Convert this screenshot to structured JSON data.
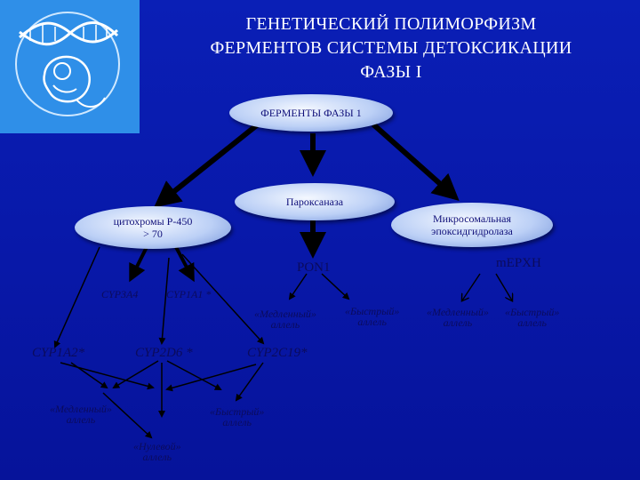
{
  "title": {
    "line1": "ГЕНЕТИЧЕСКИЙ ПОЛИМОРФИЗМ",
    "line2": "ФЕРМЕНТОВ СИСТЕМЫ ДЕТОКСИКАЦИИ",
    "line3": "ФАЗЫ I"
  },
  "nodes": {
    "root": "ФЕРМЕНТЫ ФАЗЫ 1",
    "cytochrome_line1": "цитохромы Р-450",
    "cytochrome_line2": "> 70",
    "paraoxonase": "Пароксаназа",
    "epoxide_line1": "Микросомальная",
    "epoxide_line2": "эпоксидгидролаза"
  },
  "genes": {
    "cyp3a4": "CYP3A4",
    "cyp1a1": "CYP1A1 *",
    "cyp1a2": "CYP1A2*",
    "cyp2d6": "CYP2D6 *",
    "cyp2c19": "CYP2C19*",
    "pon1": "PON1",
    "mephx": "mEPXH"
  },
  "alleles": {
    "slow_word": "«Медленный»",
    "fast_word": "«Быстрый»",
    "null_word": "«Нулевой»",
    "allele_word": "аллель"
  },
  "colors": {
    "background": "#0818a8",
    "logo": "#2f8fe8",
    "ellipse_fill": "#bcd0f6",
    "text_dark": "#0b0b5c",
    "arrow": "#000000"
  },
  "icons": {
    "logo": "embryo-dna-logo"
  }
}
